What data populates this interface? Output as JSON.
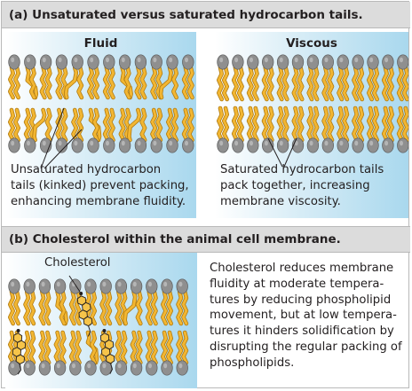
{
  "section_a": {
    "heading": "(a) Unsaturated versus saturated hydrocarbon tails.",
    "fluid_title": "Fluid",
    "viscous_title": "Viscous",
    "fluid_caption": [
      "Unsaturated hydrocarbon",
      "tails (kinked) prevent packing,",
      "enhancing membrane fluidity."
    ],
    "viscous_caption": [
      "Saturated hydrocarbon tails",
      "pack together, increasing",
      "membrane viscosity."
    ]
  },
  "section_b": {
    "heading": "(b) Cholesterol within the animal cell membrane.",
    "label": "Cholesterol",
    "description": [
      "Cholesterol reduces membrane",
      "fluidity at moderate tempera-",
      "tures by reducing phospholipid",
      "movement, but at low tempera-",
      "tures it hinders solidification by",
      "disrupting the regular packing of",
      "phospholipids."
    ]
  },
  "colors": {
    "head": "#8f8f8f",
    "tail": "#f2b632",
    "tail_outline": "#b07a10",
    "header_bg": "#dcdcdc",
    "water": "#a9d8ee"
  }
}
